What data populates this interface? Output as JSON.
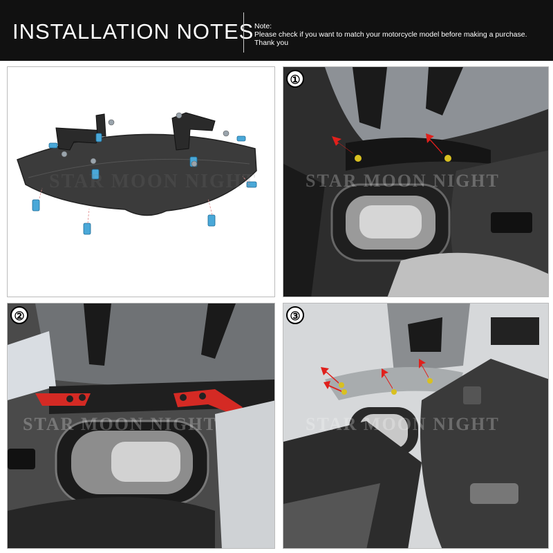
{
  "header": {
    "title": "INSTALLATION NOTES",
    "note_lines": [
      "Note:",
      "Please check if you want to match your motorcycle model before making a purchase.",
      "Thank you"
    ]
  },
  "watermark": "STAR MOON NIGHT",
  "steps": [
    {
      "number": "①"
    },
    {
      "number": "②"
    },
    {
      "number": "③"
    }
  ],
  "colors": {
    "header_bg": "#111111",
    "arrow": "#e0201c",
    "bracket": "#d42a24",
    "screw": "#4aa8d8"
  }
}
